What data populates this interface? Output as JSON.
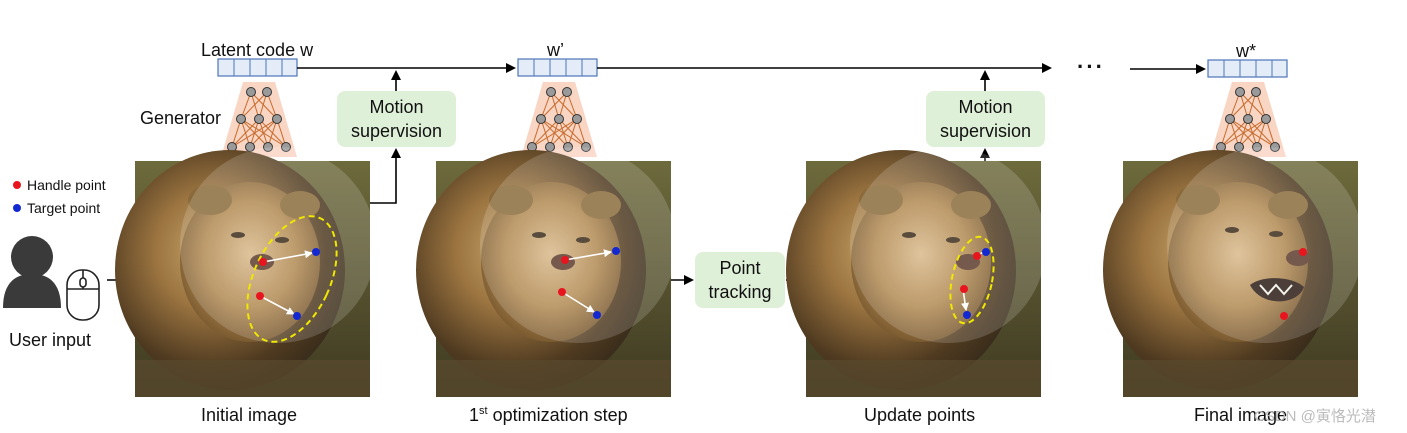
{
  "latent_labels": {
    "w": "Latent code w",
    "w_prime": "w’",
    "w_star": "w*"
  },
  "generator_label": "Generator",
  "motion_box": {
    "line1": "Motion",
    "line2": "supervision"
  },
  "tracking_box": {
    "line1": "Point",
    "line2": "tracking"
  },
  "ellipsis": "···",
  "legend": {
    "handle": {
      "label": "Handle point",
      "color": "#e8141e"
    },
    "target": {
      "label": "Target point",
      "color": "#1428d2"
    }
  },
  "user_input": "User input",
  "captions": {
    "initial": "Initial image",
    "opt_step_num": "1",
    "opt_step_sup": "st",
    "opt_step_rest": " optimization step",
    "update": "Update points",
    "final": "Final image"
  },
  "watermark": "CSDN @寅恪光潜",
  "colors": {
    "latent_fill": "#e4ecf8",
    "latent_stroke": "#4e76b8",
    "generator_fill": "#f9d5c4",
    "node_fill": "#9a9a9a",
    "edge": "#c86a2a",
    "box_fill": "#dff0d8",
    "ellipse": "#f0e800"
  }
}
